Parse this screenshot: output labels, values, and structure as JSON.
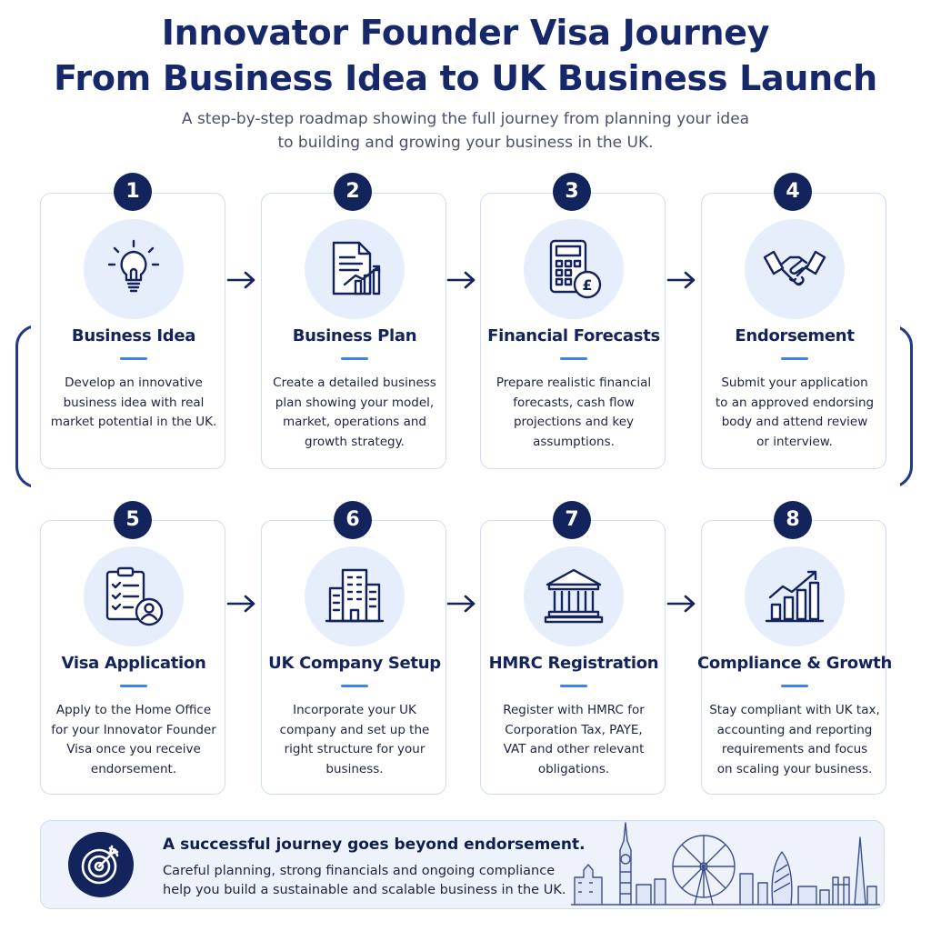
{
  "header": {
    "title_line1": "Innovator Founder Visa Journey",
    "title_line2": "From Business Idea to UK Business Launch",
    "subtitle_line1": "A step-by-step roadmap showing the full journey from planning your idea",
    "subtitle_line2": "to building and growing your business in the UK."
  },
  "steps": [
    {
      "number": "1",
      "title": "Business Idea",
      "icon": "lightbulb-icon",
      "desc": [
        "Develop an innovative",
        "business idea with real",
        "market potential in the UK."
      ]
    },
    {
      "number": "2",
      "title": "Business Plan",
      "icon": "document-chart-icon",
      "desc": [
        "Create a detailed business",
        "plan showing your model,",
        "market, operations and",
        "growth strategy."
      ]
    },
    {
      "number": "3",
      "title": "Financial Forecasts",
      "icon": "calculator-pound-icon",
      "desc": [
        "Prepare realistic financial",
        "forecasts, cash flow",
        "projections and key",
        "assumptions."
      ]
    },
    {
      "number": "4",
      "title": "Endorsement",
      "icon": "handshake-icon",
      "desc": [
        "Submit your application",
        "to an approved endorsing",
        "body and attend review",
        "or interview."
      ]
    },
    {
      "number": "5",
      "title": "Visa Application",
      "icon": "checklist-user-icon",
      "desc": [
        "Apply to the Home Office",
        "for your Innovator Founder",
        "Visa once you receive",
        "endorsement."
      ]
    },
    {
      "number": "6",
      "title": "UK Company Setup",
      "icon": "building-icon",
      "desc": [
        "Incorporate your UK",
        "company and set up the",
        "right structure for your",
        "business."
      ]
    },
    {
      "number": "7",
      "title": "HMRC Registration",
      "icon": "government-building-icon",
      "desc": [
        "Register with HMRC for",
        "Corporation Tax, PAYE,",
        "VAT and other relevant",
        "obligations."
      ]
    },
    {
      "number": "8",
      "title": "Compliance & Growth",
      "icon": "growth-chart-icon",
      "desc": [
        "Stay compliant with UK tax,",
        "accounting and reporting",
        "requirements and focus",
        "on scaling your business."
      ]
    }
  ],
  "banner": {
    "title": "A successful journey goes beyond endorsement.",
    "text_line1": "Careful planning, strong financials and ongoing compliance",
    "text_line2": "help you build a sustainable and scalable business in the UK.",
    "icon": "target-icon",
    "illustration": "london-skyline-icon"
  },
  "colors": {
    "navy": "#13235c",
    "accent_blue": "#3b82f6",
    "icon_bg": "#e6eefb",
    "card_border": "#cfdcf2"
  }
}
